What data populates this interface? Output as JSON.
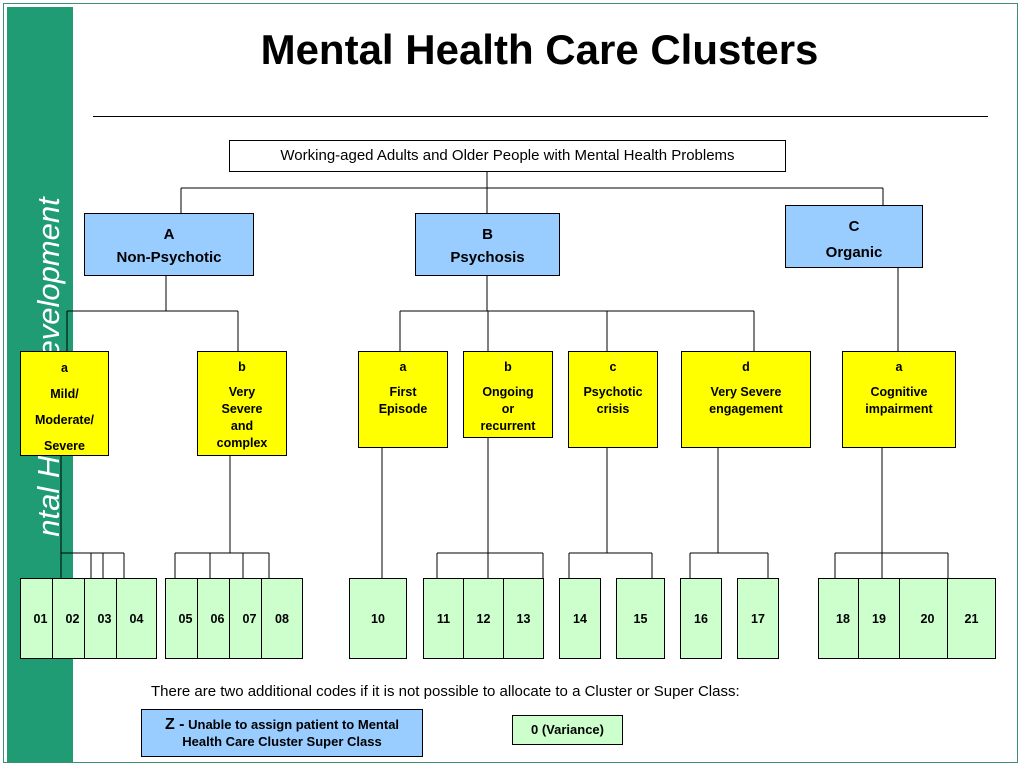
{
  "title": "Mental Health Care Clusters",
  "sidebar": {
    "text": "ntal Health Development"
  },
  "root": "Working-aged Adults and Older People with Mental Health Problems",
  "super_classes": [
    {
      "letter": "A",
      "name": "Non-Psychotic"
    },
    {
      "letter": "B",
      "name": "Psychosis"
    },
    {
      "letter": "C",
      "name": "Organic"
    }
  ],
  "sub_classes": [
    {
      "letter": "a",
      "lines": [
        "Mild/",
        "Moderate/",
        "Severe"
      ]
    },
    {
      "letter": "b",
      "lines": [
        "Very",
        "Severe",
        "and",
        "complex"
      ]
    },
    {
      "letter": "a",
      "lines": [
        "First",
        "Episode"
      ]
    },
    {
      "letter": "b",
      "lines": [
        "Ongoing",
        "or",
        "recurrent"
      ]
    },
    {
      "letter": "c",
      "lines": [
        "Psychotic",
        "crisis"
      ]
    },
    {
      "letter": "d",
      "lines": [
        "Very Severe",
        "engagement"
      ]
    },
    {
      "letter": "a",
      "lines": [
        "Cognitive",
        "impairment"
      ]
    }
  ],
  "clusters": [
    "01",
    "02",
    "03",
    "04",
    "05",
    "06",
    "07",
    "08",
    "10",
    "11",
    "12",
    "13",
    "14",
    "15",
    "16",
    "17",
    "18",
    "19",
    "20",
    "21"
  ],
  "note": "There are two additional codes if it is not possible to allocate to a Cluster or Super Class:",
  "z_code": {
    "prefix": "Z -",
    "line1": "Unable to assign patient to Mental",
    "line2": "Health Care Cluster Super Class"
  },
  "variance": "0 (Variance)",
  "colors": {
    "sidebar": "#1f9c74",
    "super_class": "#99ccff",
    "sub_class": "#ffff00",
    "cluster": "#ccffcc"
  }
}
